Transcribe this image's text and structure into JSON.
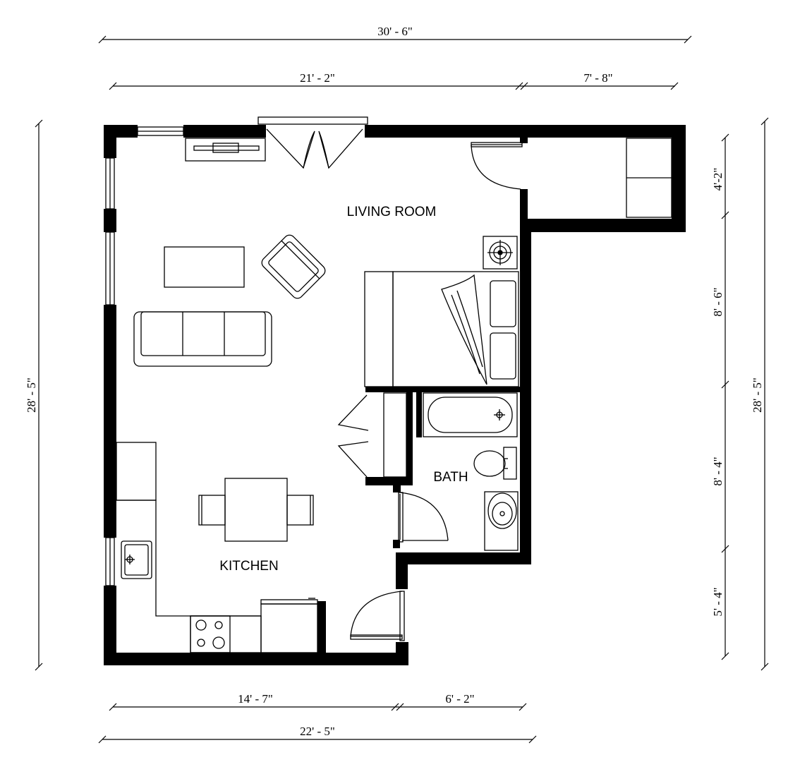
{
  "rooms": {
    "living_room": "LIVING ROOM",
    "bath": "BATH",
    "kitchen": "KITCHEN"
  },
  "dimensions": {
    "top_overall": "30' - 6\"",
    "top_left": "21' - 2\"",
    "top_right": "7' - 8\"",
    "left_overall": "28' - 5\"",
    "right_overall": "28' - 5\"",
    "right_seg1": "4'-2\"",
    "right_seg2": "8' - 6\"",
    "right_seg3": "8' - 4\"",
    "right_seg4": "5' - 4\"",
    "bottom_left": "14' - 7\"",
    "bottom_right": "6' - 2\"",
    "bottom_overall": "22' - 5\""
  },
  "colors": {
    "wall": "#000000",
    "line": "#000000",
    "background": "#ffffff"
  }
}
